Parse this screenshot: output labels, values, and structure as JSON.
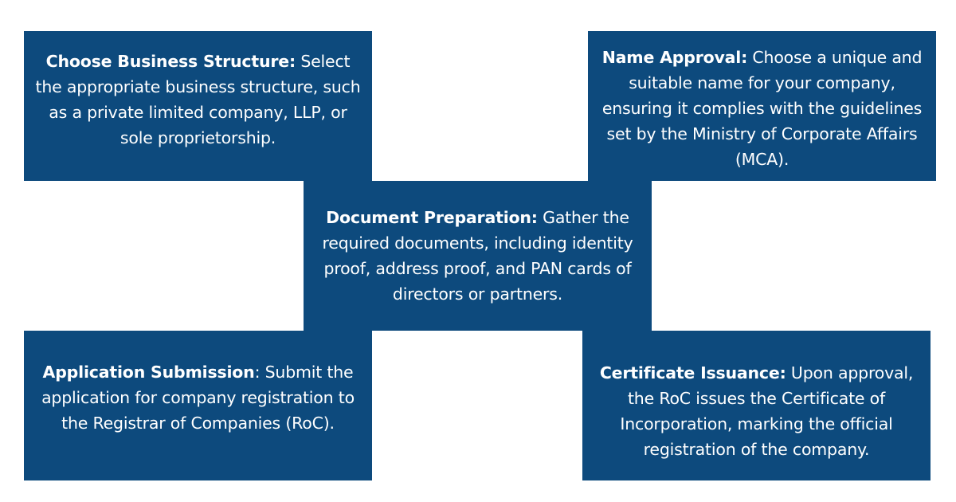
{
  "steps": {
    "choose_structure": {
      "title": "Choose Business Structure:",
      "text": " Select the appropriate business structure, such as a private limited company, LLP, or sole proprietorship."
    },
    "name_approval": {
      "title": "Name Approval:",
      "text": " Choose a unique and suitable name for your company, ensuring it complies with the guidelines set by the Ministry of Corporate Affairs (MCA)."
    },
    "document_preparation": {
      "title": "Document Preparation:",
      "text": " Gather the required documents, including identity proof, address proof, and PAN cards of directors or partners."
    },
    "application_submission": {
      "title": "Application Submission",
      "text": ": Submit the application for company registration to the Registrar of Companies (RoC)."
    },
    "certificate_issuance": {
      "title": "Certificate Issuance:",
      "text": " Upon approval, the RoC issues the Certificate of Incorporation, marking the official registration of the company."
    }
  },
  "colors": {
    "box_background": "#0d4a7d",
    "box_text": "#ffffff",
    "page_background": "#ffffff"
  }
}
